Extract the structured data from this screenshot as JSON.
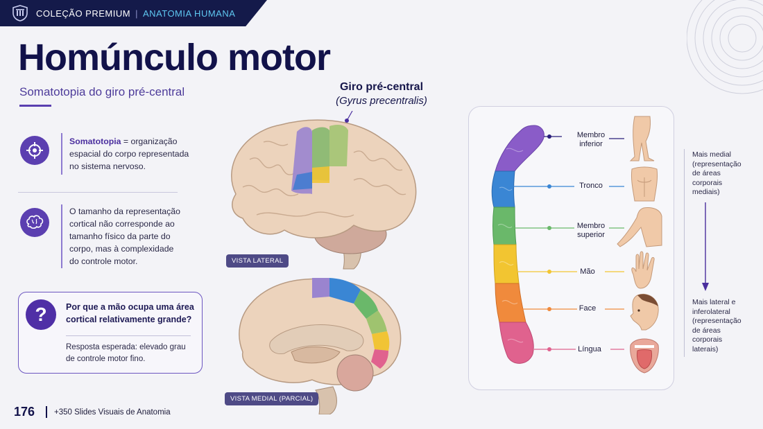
{
  "header": {
    "brand": "COLEÇÃO PREMIUM",
    "separator": "|",
    "topic": "ANATOMIA HUMANA",
    "shield_icon": "shield-icon"
  },
  "title": "Homúnculo motor",
  "subtitle": "Somatotopia do giro pré-central",
  "info": [
    {
      "icon": "target-icon",
      "term": "Somatotopia",
      "lines": [
        " = organização",
        "espacial do corpo representada",
        "no sistema nervoso."
      ]
    },
    {
      "icon": "brain-icon",
      "lines": [
        "O tamanho da representação",
        "cortical não corresponde ao",
        "tamanho físico da parte do",
        "corpo, mas à complexidade",
        "do controle motor."
      ]
    }
  ],
  "question": {
    "mark": "?",
    "lines": [
      "Por que a mão ocupa uma área",
      "cortical relativamente grande?"
    ],
    "answer_lines": [
      "Resposta esperada: elevado grau",
      "de controle motor fino."
    ]
  },
  "brain": {
    "gyrus_title": "Giro pré-central",
    "gyrus_latin": "(Gyrus precentralis)",
    "lateral_badge": "VISTA LATERAL",
    "medial_badge": "VISTA MEDIAL (PARCIAL)"
  },
  "strip": {
    "segments": [
      {
        "label": [
          "Membro",
          "inferior"
        ],
        "color": "#8a5cc8",
        "line": "#2a1e7a"
      },
      {
        "label": [
          "Tronco"
        ],
        "color": "#3a86d4",
        "line": "#3a86d4"
      },
      {
        "label": [
          "Membro",
          "superior"
        ],
        "color": "#6ab86a",
        "line": "#6ab86a"
      },
      {
        "label": [
          "Mão"
        ],
        "color": "#f2c531",
        "line": "#f2c531"
      },
      {
        "label": [
          "Face"
        ],
        "color": "#f08a3c",
        "line": "#f08a3c"
      },
      {
        "label": [
          "Língua"
        ],
        "color": "#e0628e",
        "line": "#e0628e"
      }
    ],
    "medial_note": [
      "Mais medial",
      "(representação",
      "de áreas",
      "corporais",
      "mediais)"
    ],
    "lateral_note": [
      "Mais lateral e",
      "inferolateral",
      "(representação",
      "de áreas",
      "corporais",
      "laterais)"
    ]
  },
  "footer": {
    "page": "176",
    "separator": "|",
    "text": "+350 Slides Visuais de Anatomia"
  },
  "colors": {
    "navy": "#141a4a",
    "accent_purple": "#5b3fb0",
    "topic_blue": "#5fc8f2"
  }
}
